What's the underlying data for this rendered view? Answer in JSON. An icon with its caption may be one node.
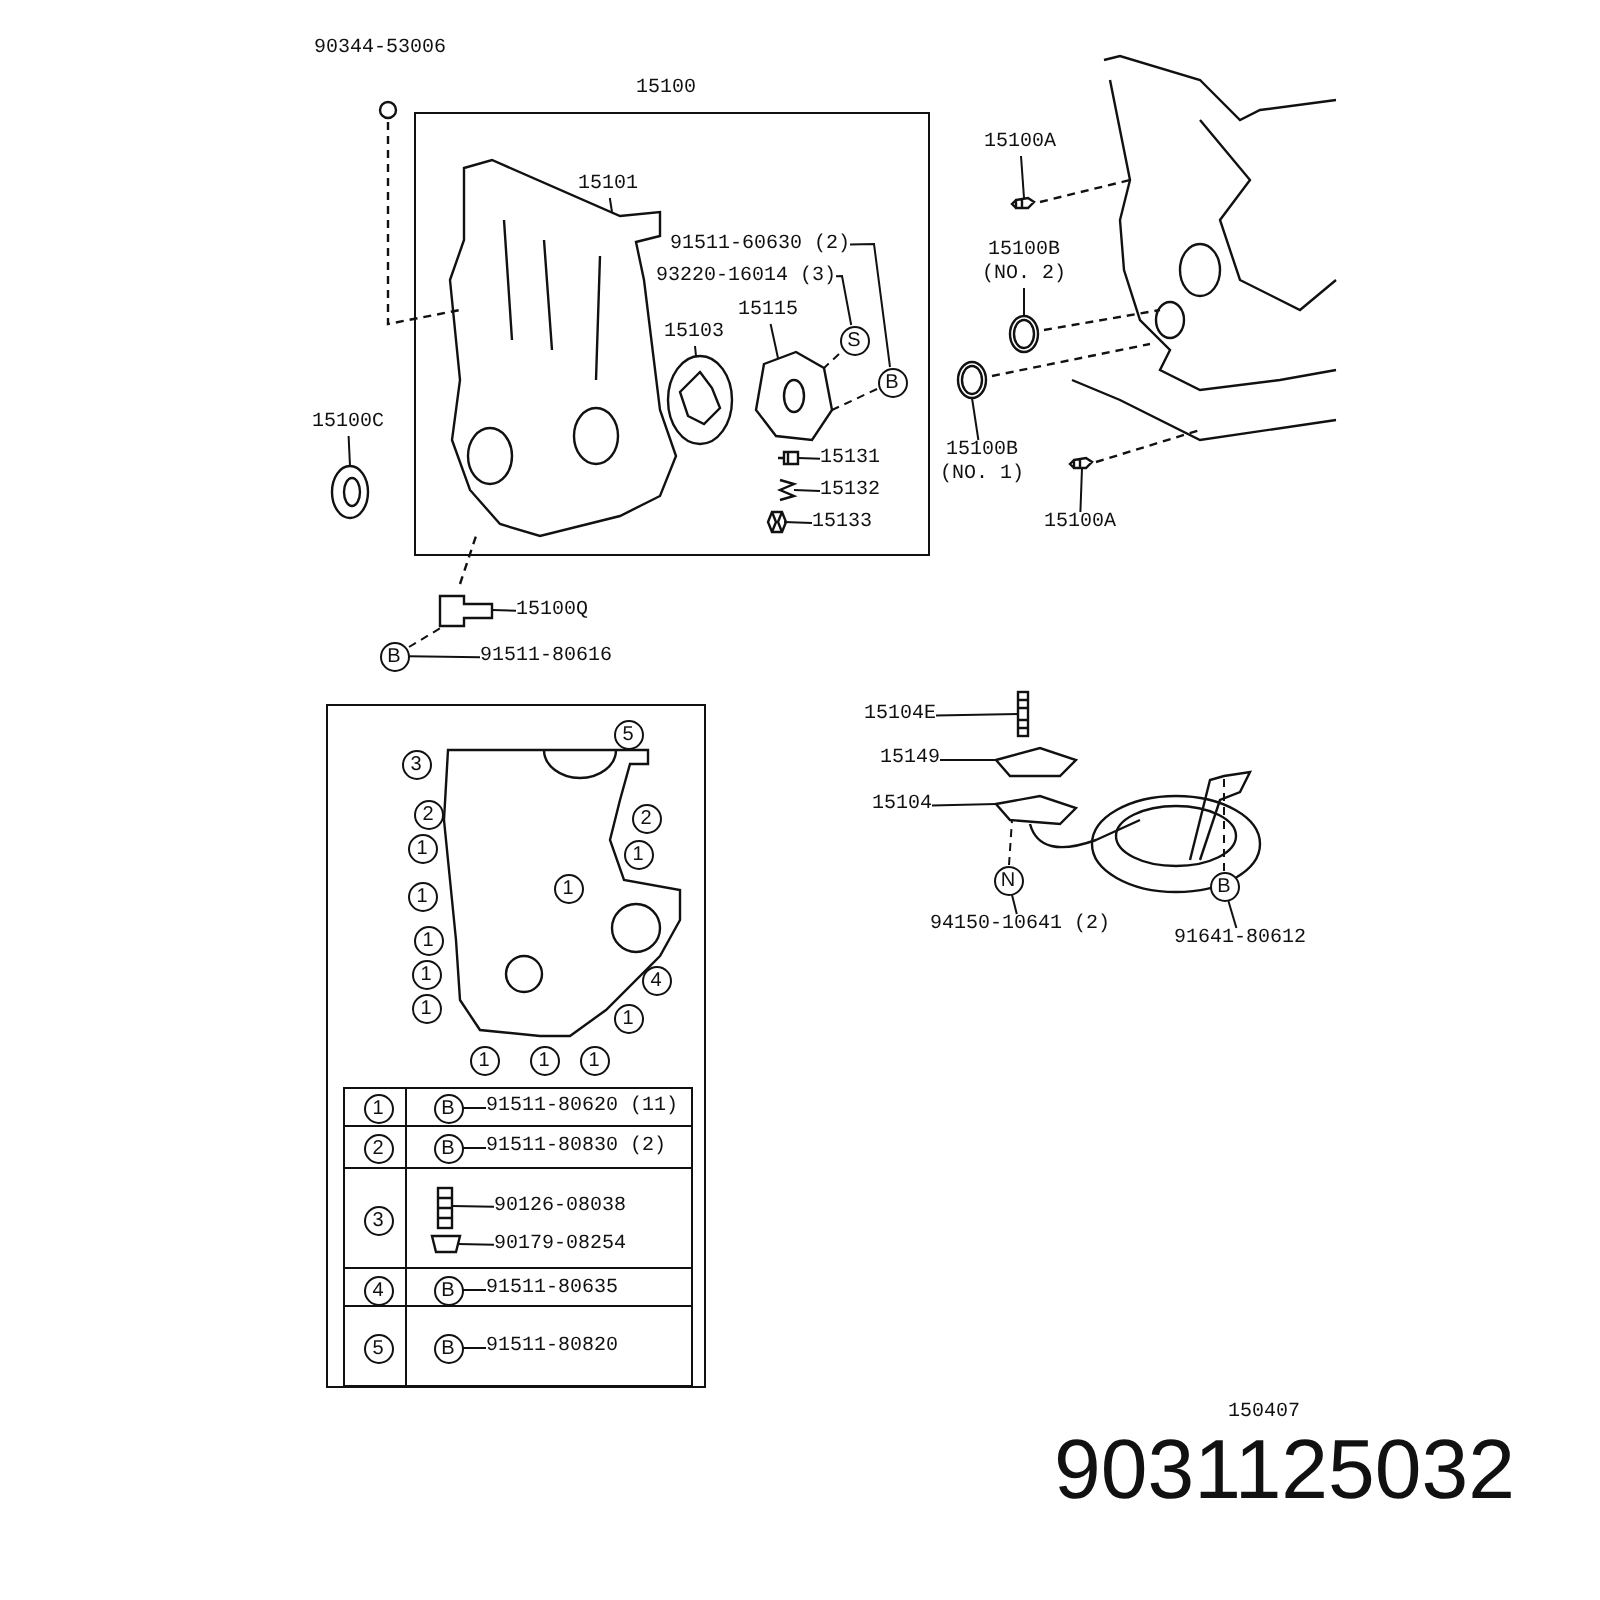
{
  "diagram": {
    "nodes": [
      {
        "text": [
          "15100"
        ]
      },
      {
        "text": [
          "15101"
        ],
        "in": 0
      },
      {
        "text": [
          "91511-60630 (2)"
        ],
        "in": 0
      },
      {
        "text": [
          "93220-16014 (3)"
        ],
        "in": 0
      },
      {
        "text": [
          "15115"
        ],
        "in": 0
      },
      {
        "text": [
          "15103"
        ],
        "in": 0
      },
      {
        "text": [
          "S"
        ],
        "in": 0
      },
      {
        "text": [
          "B"
        ],
        "in": 0
      },
      {
        "text": [
          "15131"
        ],
        "in": 0
      },
      {
        "text": [
          "15132"
        ],
        "in": 0
      },
      {
        "text": [
          "15133"
        ],
        "in": 0
      },
      {
        "text": [
          "90344-53006"
        ]
      },
      {
        "text": [
          "15100C"
        ]
      },
      {
        "text": [
          "15100Q"
        ]
      },
      {
        "text": [
          "B"
        ]
      },
      {
        "text": [
          "91511-80616"
        ]
      },
      {
        "text": [
          "15100A"
        ]
      },
      {
        "text": [
          "15100B (NO. 2)"
        ]
      },
      {
        "text": [
          "15100B (NO. 1)"
        ]
      },
      {
        "text": [
          "15100A"
        ]
      },
      {
        "text": [],
        "shape": "box"
      },
      {
        "text": [
          "5"
        ],
        "in": 20
      },
      {
        "text": [
          "3"
        ],
        "in": 20
      },
      {
        "text": [
          "2"
        ],
        "in": 20
      },
      {
        "text": [
          "2"
        ],
        "in": 20
      },
      {
        "text": [
          "1"
        ],
        "in": 20
      },
      {
        "text": [
          "1"
        ],
        "in": 20
      },
      {
        "text": [
          "1"
        ],
        "in": 20
      },
      {
        "text": [
          "1"
        ],
        "in": 20
      },
      {
        "text": [
          "1"
        ],
        "in": 20
      },
      {
        "text": [
          "1"
        ],
        "in": 20
      },
      {
        "text": [
          "4"
        ],
        "in": 20
      },
      {
        "text": [
          "1"
        ],
        "in": 20
      },
      {
        "text": [
          "1"
        ],
        "in": 20
      },
      {
        "text": [
          "1"
        ],
        "in": 20
      },
      {
        "text": [
          "1"
        ],
        "in": 20
      },
      {
        "text": [
          "1"
        ],
        "in": 20
      },
      {
        "text": [
          "15104E"
        ]
      },
      {
        "text": [
          "15149"
        ]
      },
      {
        "text": [
          "15104"
        ]
      },
      {
        "text": [
          "N"
        ]
      },
      {
        "text": [
          "94150-10641 (2)"
        ]
      },
      {
        "text": [
          "B"
        ]
      },
      {
        "text": [
          "91641-80612"
        ]
      },
      {
        "text": [
          "1"
        ],
        "in": 20
      },
      {
        "text": [
          "B"
        ],
        "in": 20
      },
      {
        "text": [
          "91511-80620 (11)"
        ],
        "in": 20
      },
      {
        "text": [
          "2"
        ],
        "in": 20
      },
      {
        "text": [
          "B"
        ],
        "in": 20
      },
      {
        "text": [
          "91511-80830 (2)"
        ],
        "in": 20
      },
      {
        "text": [
          "3"
        ],
        "in": 20
      },
      {
        "text": [
          "90126-08038"
        ],
        "in": 20
      },
      {
        "text": [
          "90179-08254"
        ],
        "in": 20
      },
      {
        "text": [
          "4"
        ],
        "in": 20
      },
      {
        "text": [
          "B"
        ],
        "in": 20
      },
      {
        "text": [
          "91511-80635"
        ],
        "in": 20
      },
      {
        "text": [
          "5"
        ],
        "in": 20
      },
      {
        "text": [
          "B"
        ],
        "in": 20
      },
      {
        "text": [
          "91511-80820"
        ],
        "in": 20
      },
      {
        "text": [],
        "shape": "picture",
        "in": 0
      },
      {
        "text": [],
        "shape": "picture",
        "in": 0
      },
      {
        "text": [],
        "shape": "picture",
        "in": 0
      },
      {
        "text": [],
        "shape": "picture",
        "in": 0
      },
      {
        "text": [],
        "shape": "picture",
        "in": 0
      },
      {
        "text": [],
        "shape": "picture",
        "in": 0
      },
      {
        "text": [],
        "shape": "picture"
      },
      {
        "text": [],
        "shape": "picture"
      },
      {
        "text": [],
        "shape": "picture"
      },
      {
        "text": [],
        "shape": "picture"
      },
      {
        "text": [],
        "shape": "picture"
      },
      {
        "text": [],
        "shape": "picture"
      },
      {
        "text": [],
        "shape": "picture"
      },
      {
        "text": [],
        "shape": "picture"
      },
      {
        "text": [],
        "shape": "picture"
      },
      {
        "text": [],
        "shape": "picture",
        "in": 20
      },
      {
        "text": [],
        "shape": "picture",
        "in": 20
      }
    ],
    "edges": [
      {
        "from": 1,
        "to": 59,
        "arrow": "none"
      },
      {
        "from": 2,
        "to": 7,
        "arrow": "none"
      },
      {
        "from": 3,
        "to": 6,
        "arrow": "none"
      },
      {
        "from": 4,
        "to": 61,
        "arrow": "none"
      },
      {
        "from": 5,
        "to": 60,
        "arrow": "none"
      },
      {
        "from": 6,
        "to": 61,
        "arrow": "none",
        "style": "dashed"
      },
      {
        "from": 7,
        "to": 61,
        "arrow": "none",
        "style": "dashed"
      },
      {
        "from": 8,
        "to": 62,
        "arrow": "none"
      },
      {
        "from": 9,
        "to": 63,
        "arrow": "none"
      },
      {
        "from": 10,
        "to": 64,
        "arrow": "none"
      },
      {
        "from": 12,
        "to": 65,
        "arrow": "none"
      },
      {
        "from": 13,
        "to": 66,
        "arrow": "none"
      },
      {
        "from": 15,
        "to": 14,
        "arrow": "none"
      },
      {
        "from": 14,
        "to": 66,
        "arrow": "none",
        "style": "dashed"
      },
      {
        "from": 16,
        "to": 67,
        "arrow": "none"
      },
      {
        "from": 17,
        "to": 68,
        "arrow": "none"
      },
      {
        "from": 18,
        "to": 69,
        "arrow": "none"
      },
      {
        "from": 19,
        "to": 70,
        "arrow": "none"
      },
      {
        "from": 37,
        "to": 71,
        "arrow": "none"
      },
      {
        "from": 38,
        "to": 72,
        "arrow": "none"
      },
      {
        "from": 39,
        "to": 73,
        "arrow": "none"
      },
      {
        "from": 41,
        "to": 40,
        "arrow": "none"
      },
      {
        "from": 40,
        "to": 73,
        "arrow": "none",
        "style": "dashed"
      },
      {
        "from": 43,
        "to": 42,
        "arrow": "none"
      },
      {
        "from": 42,
        "to": 73,
        "arrow": "none",
        "style": "dashed"
      },
      {
        "from": 46,
        "to": 45,
        "arrow": "none"
      },
      {
        "from": 49,
        "to": 48,
        "arrow": "none"
      },
      {
        "from": 51,
        "to": 74,
        "arrow": "none"
      },
      {
        "from": 52,
        "to": 75,
        "arrow": "none"
      },
      {
        "from": 55,
        "to": 54,
        "arrow": "none"
      },
      {
        "from": 58,
        "to": 57,
        "arrow": "none"
      }
    ],
    "labels": [
      "150407",
      "9031125032"
    ]
  }
}
